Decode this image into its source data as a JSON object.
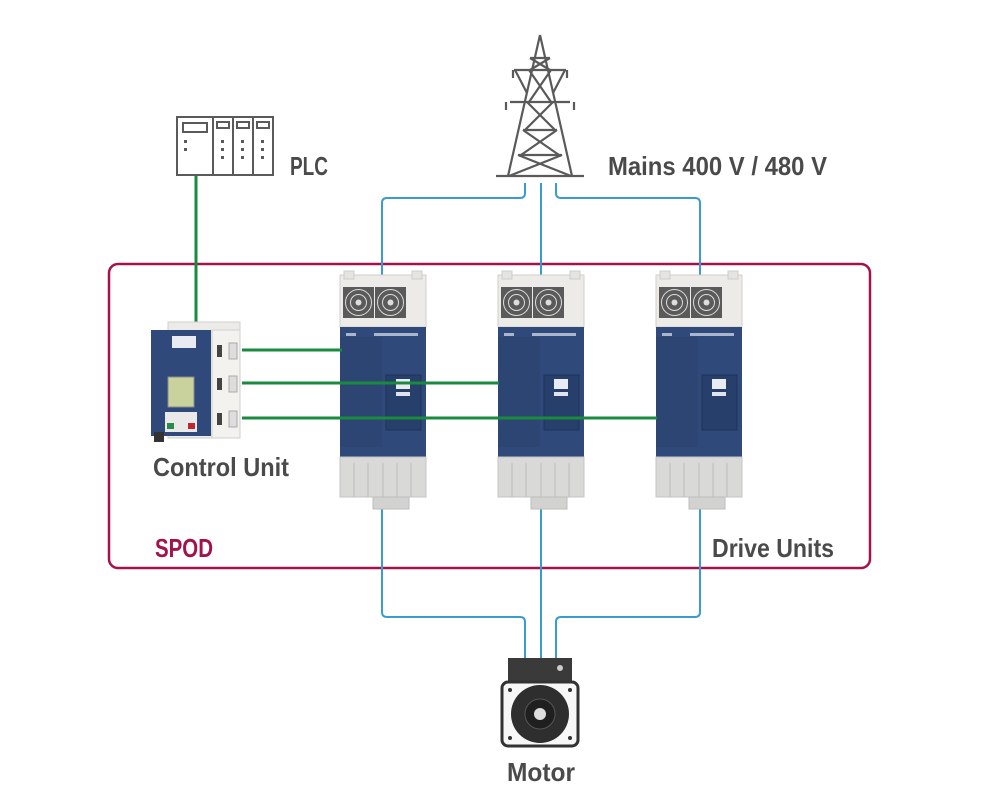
{
  "labels": {
    "plc": "PLC",
    "mains": "Mains 400 V / 480 V",
    "control_unit": "Control Unit",
    "spod": "SPOD",
    "drive_units": "Drive Units",
    "motor": "Motor"
  },
  "colors": {
    "power_line": "#3a9bd0",
    "communication_line": "#1a8a3e",
    "spod_border": "#a3124a",
    "label_text": "#4a4a4a",
    "drive_body": "#2f4a7a"
  },
  "components": {
    "drive_unit_count": 3,
    "icons": [
      "power-pylon-icon",
      "plc-icon",
      "control-unit-icon",
      "drive-unit-icon",
      "motor-icon"
    ]
  }
}
